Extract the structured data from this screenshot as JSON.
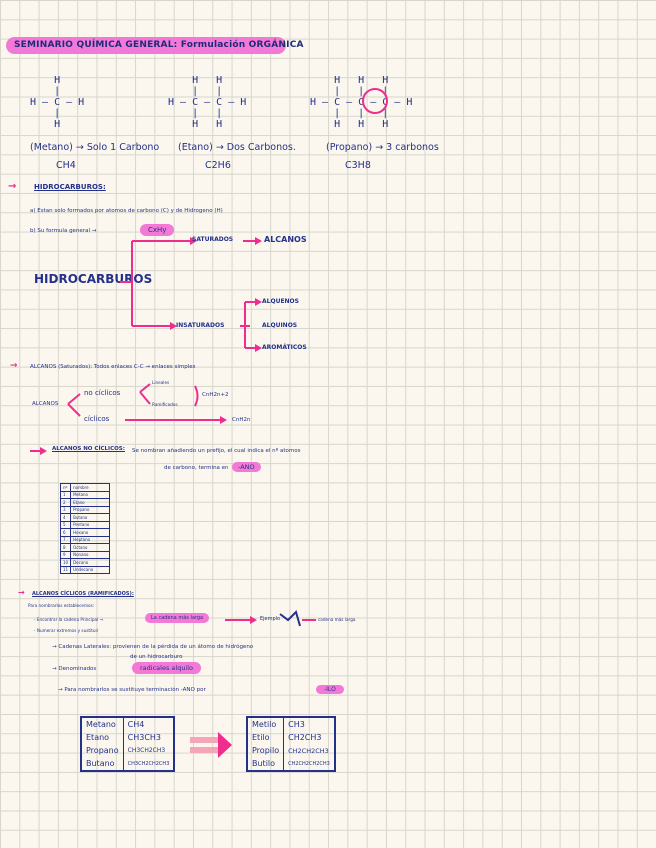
{
  "title": "SEMINARIO QUÍMICA GENERAL: Formulación ORGÁNICA",
  "molecules": [
    {
      "structure": "    H\n    |\nH — C — H\n    |\n    H",
      "caption": "(Metano) → Solo 1 Carbono",
      "formula": "CH4"
    },
    {
      "structure": "    H   H\n    |   |\nH — C — C — H\n    |   |\n    H   H",
      "caption": "(Etano) → Dos Carbonos.",
      "formula": "C2H6"
    },
    {
      "structure": "    H   H   H\n    |   |   |\nH — C — C — C — H\n    |   |   |\n    H   H   H",
      "caption": "(Propano) → 3 carbonos",
      "formula": "C3H8"
    }
  ],
  "hidrocarburos": {
    "heading": "HIDROCARBUROS:",
    "line_a": "a) Estan solo formados por atomos de carbono (C) y de Hidrogeno (H)",
    "line_b": "b) Su formula general →",
    "formula_pill": "CxHy",
    "main_label": "HIDROCARBUROS",
    "saturados": "SATURADOS",
    "alcanos": "ALCANOS",
    "insaturados": "INSATURADOS",
    "alquenos": "ALQUENOS",
    "alquinos": "ALQUINOS",
    "aromaticos": "AROMÁTICOS"
  },
  "alcanos_section": {
    "heading": "ALCANOS (Saturados): Todos enlaces C-C → enlaces simples",
    "alcanos": "ALCANOS",
    "no_ciclicos": "no cíclicos",
    "ciclicos": "cíclicos",
    "lineales": "Lineales",
    "ramificados": "Ramificados",
    "formula_open": "CnH2n+2",
    "formula_cyclic": "CnH2n"
  },
  "no_ciclicos": {
    "heading": "ALCANOS NO CÍCLICOS:",
    "text_1": "Se nombran añadiendo un prefijo, el cual indica el nº atomos",
    "text_2": "de carbono, termina en",
    "suffix_pill": "-ANO",
    "table_header": [
      "nº",
      "nombre"
    ],
    "table_rows": [
      [
        "1",
        "Metano"
      ],
      [
        "2",
        "Etano"
      ],
      [
        "3",
        "Propano"
      ],
      [
        "4",
        "Butano"
      ],
      [
        "5",
        "Pentano"
      ],
      [
        "6",
        "Hexano"
      ],
      [
        "7",
        "Heptano"
      ],
      [
        "8",
        "Octano"
      ],
      [
        "9",
        "Nonano"
      ],
      [
        "10",
        "Decano"
      ],
      [
        "11",
        "Undecano"
      ]
    ]
  },
  "ramificados": {
    "heading": "ALCANOS CÍCLICOS (RAMIFICADOS):",
    "line_1": "Para nombrarlos establecemos:",
    "line_2": "- Encontrar la cadena Principal →",
    "pill_1": "La cadena más larga",
    "ejemplo": "Ejemplo",
    "nota": "cadena más larga",
    "line_3": "- Numerar extremos y sustituir",
    "line_4": "→ Cadenas Laterales: provienen de la pérdida de un átomo de hidrógeno",
    "line_4b": "de un hidrocarburo",
    "line_5": "→ Denominados",
    "pill_2": "radicales alquilo",
    "line_6": "→ Para nombrarlos se sustituye terminación -ANO por",
    "pill_3": "-ILO"
  },
  "table_left": [
    [
      "Metano",
      "CH4"
    ],
    [
      "Etano",
      "CH3CH3"
    ],
    [
      "Propano",
      "CH3CH2CH3"
    ],
    [
      "Butano",
      "CH3CH2CH2CH3"
    ]
  ],
  "table_right": [
    [
      "Metilo",
      "CH3"
    ],
    [
      "Etilo",
      "CH2CH3"
    ],
    [
      "Propilo",
      "CH2CH2CH3"
    ],
    [
      "Butilo",
      "CH2CH2CH2CH3"
    ]
  ]
}
